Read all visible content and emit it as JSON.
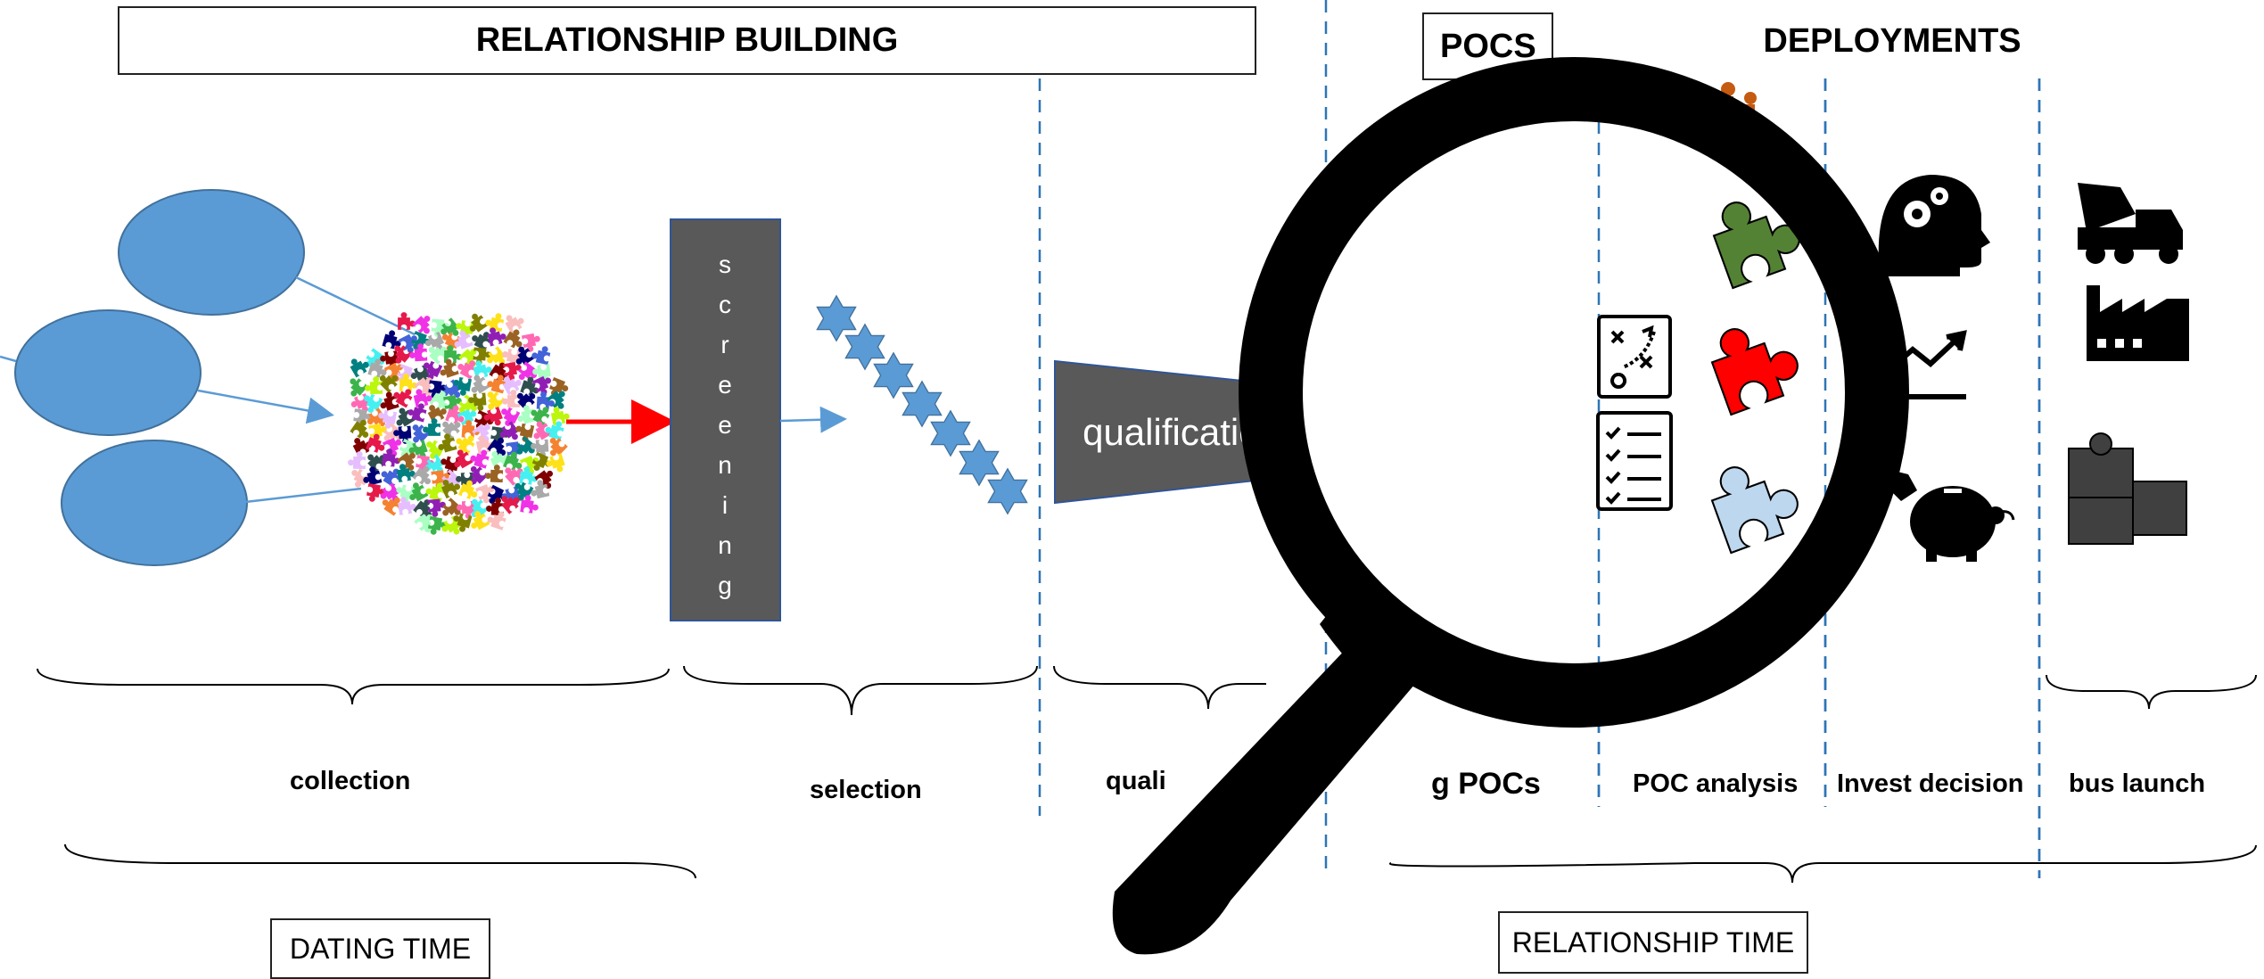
{
  "headers": {
    "relationship_building": "RELATIONSHIP BUILDING",
    "pocs": "POCS",
    "deployments": "DEPLOYMENTS"
  },
  "funnel": {
    "screening_letters": [
      "s",
      "c",
      "r",
      "e",
      "e",
      "n",
      "i",
      "n",
      "g"
    ],
    "qualification": "qualification"
  },
  "stages": {
    "collection": "collection",
    "selection": "selection",
    "qualification_partial": "quali",
    "pocs_partial": "g POCs",
    "poc_analysis": "POC analysis",
    "invest_decision": "Invest decision",
    "bus_launch": "bus launch"
  },
  "time_boxes": {
    "dating": "DATING TIME",
    "relationship": "RELATIONSHIP TIME"
  },
  "colors": {
    "ellipse_blue": "#5b9bd5",
    "screen_gray": "#595959",
    "arrow_red": "#ff0000",
    "star_orange": "#c55a11",
    "dash_blue": "#2e75b6",
    "puzzle_green": "#548235",
    "puzzle_red": "#ff0000",
    "puzzle_lightblue": "#bdd7ee",
    "icon_orange": "#c55a11"
  },
  "icons": [
    "team-podium-icon",
    "puzzle-green-icon",
    "puzzle-red-icon",
    "puzzle-lightblue-icon",
    "head-gears-icon",
    "growth-chart-icon",
    "hammer-piggy-bank-icon",
    "cement-truck-icon",
    "factory-icon",
    "puzzle-gray-icon",
    "strategy-board-icon",
    "checklist-icon",
    "magnifying-glass-icon"
  ]
}
